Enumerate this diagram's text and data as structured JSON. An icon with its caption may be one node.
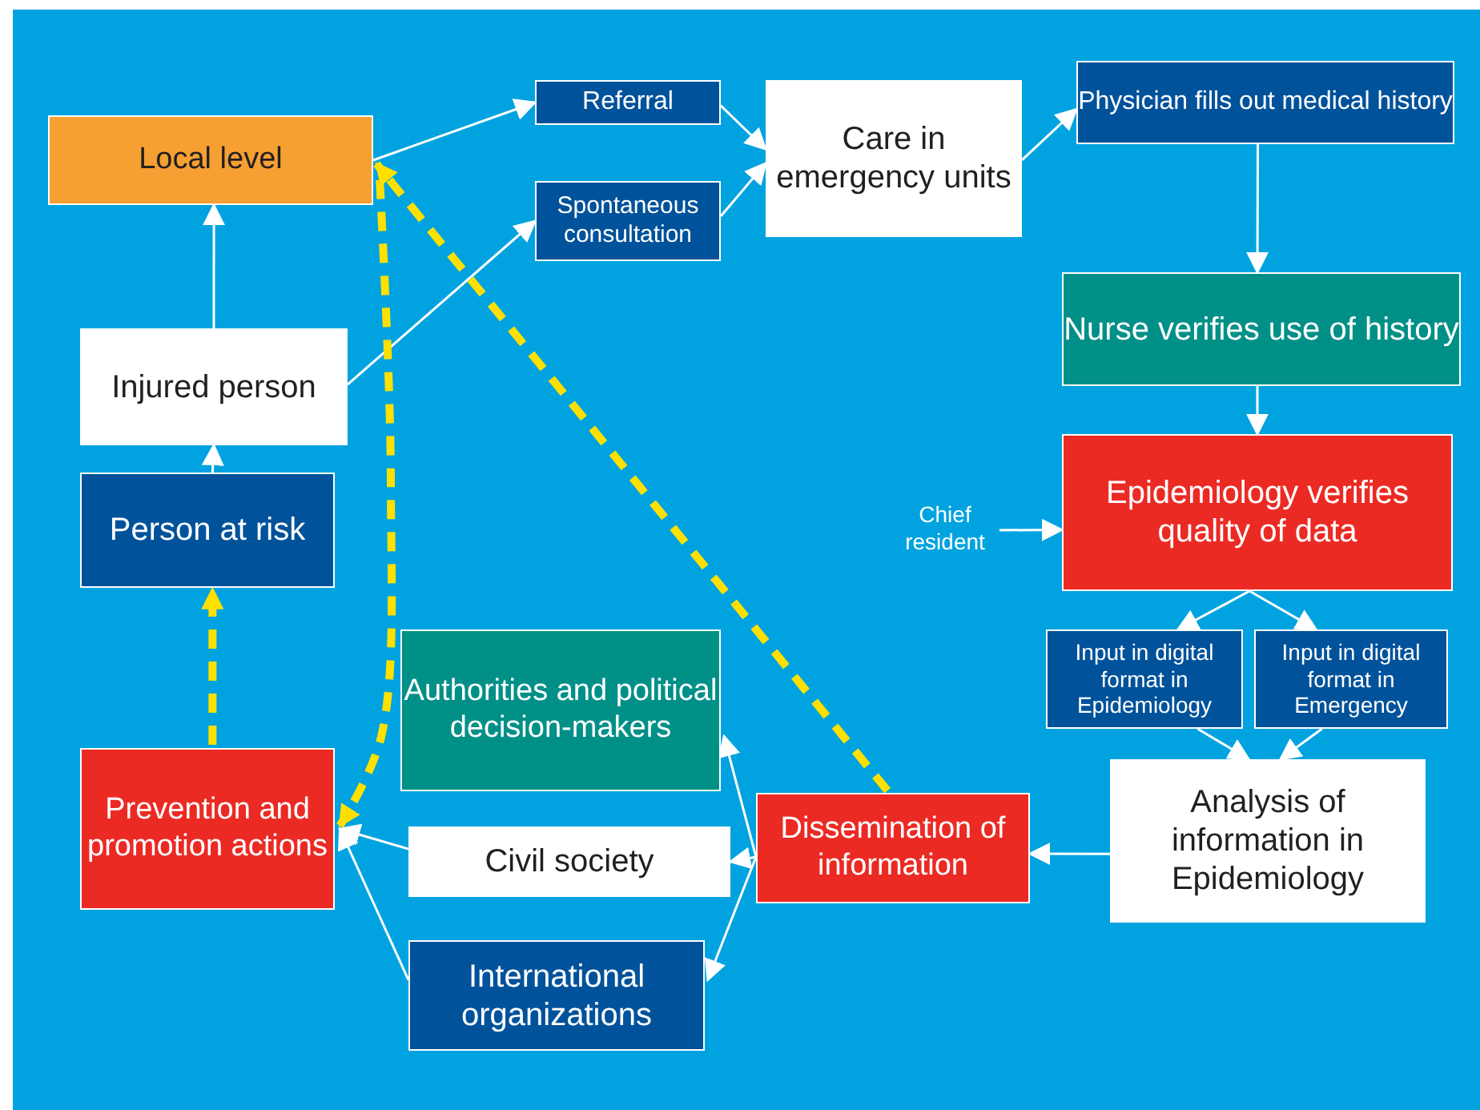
{
  "diagram": {
    "nodes": [
      {
        "text": [
          "Local level"
        ]
      },
      {
        "text": [
          "Referral"
        ]
      },
      {
        "text": [
          "Care in emergency units"
        ]
      },
      {
        "text": [
          "Physician fills out medical history"
        ]
      },
      {
        "text": [
          "Spontaneous consultation"
        ]
      },
      {
        "text": [
          "Nurse verifies use of history"
        ]
      },
      {
        "text": [
          "Injured person"
        ]
      },
      {
        "text": [
          "Person at risk"
        ]
      },
      {
        "text": [
          "Chief resident"
        ]
      },
      {
        "text": [
          "Epidemiology verifies quality of data"
        ]
      },
      {
        "text": [
          "Input in digital format in Epidemiology"
        ]
      },
      {
        "text": [
          "Input in digital format in Emergency"
        ]
      },
      {
        "text": [
          "Authorities and political decision-makers"
        ]
      },
      {
        "text": [
          "Prevention and promotion actions"
        ]
      },
      {
        "text": [
          "Dissemination of information"
        ]
      },
      {
        "text": [
          "Civil society"
        ]
      },
      {
        "text": [
          "Analysis of information in Epidemiology"
        ]
      },
      {
        "text": [
          "International organizations"
        ]
      }
    ],
    "edges": [
      {
        "from": 0,
        "to": 1,
        "arrow": "to"
      },
      {
        "from": 1,
        "to": 2,
        "arrow": "to"
      },
      {
        "from": 4,
        "to": 2,
        "arrow": "to"
      },
      {
        "from": 2,
        "to": 3,
        "arrow": "to"
      },
      {
        "from": 3,
        "to": 5,
        "arrow": "to"
      },
      {
        "from": 5,
        "to": 9,
        "arrow": "to"
      },
      {
        "from": 8,
        "to": 9,
        "arrow": "to"
      },
      {
        "from": 9,
        "to": 10,
        "arrow": "to"
      },
      {
        "from": 9,
        "to": 11,
        "arrow": "to"
      },
      {
        "from": 10,
        "to": 16,
        "arrow": "to"
      },
      {
        "from": 11,
        "to": 16,
        "arrow": "to"
      },
      {
        "from": 16,
        "to": 14,
        "arrow": "to"
      },
      {
        "from": 6,
        "to": 0,
        "arrow": "to"
      },
      {
        "from": 7,
        "to": 6,
        "arrow": "to"
      },
      {
        "from": 6,
        "to": 4,
        "arrow": "to"
      },
      {
        "from": 14,
        "to": 12,
        "arrow": "to"
      },
      {
        "from": 14,
        "to": 15,
        "arrow": "to"
      },
      {
        "from": 14,
        "to": 17,
        "arrow": "to"
      },
      {
        "from": 15,
        "to": 13,
        "arrow": "to"
      },
      {
        "from": 17,
        "to": 13,
        "arrow": "to"
      },
      {
        "from": 13,
        "to": 7,
        "arrow": "to",
        "style": "dashed",
        "color": "#ffe000"
      },
      {
        "from": 14,
        "to": 0,
        "arrow": "to",
        "style": "dashed",
        "color": "#ffe000"
      },
      {
        "from": 0,
        "to": 13,
        "arrow": "to",
        "style": "dashed",
        "color": "#ffe000"
      }
    ]
  }
}
